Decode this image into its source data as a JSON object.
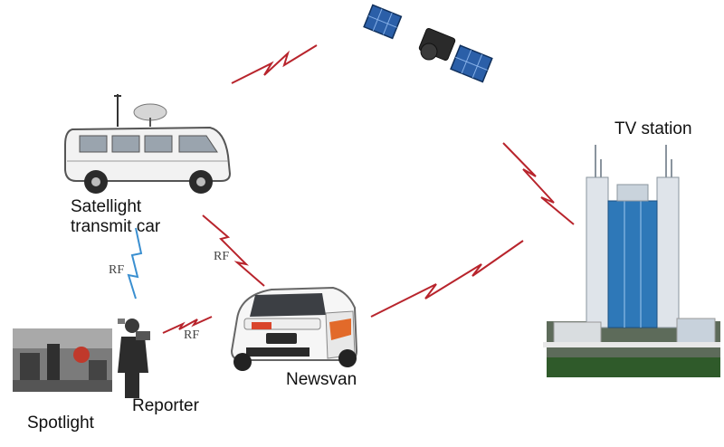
{
  "nodes": {
    "satellite_car": {
      "label_line1": "Satellight",
      "label_line2": "transmit car"
    },
    "tv_station": {
      "label": "TV station"
    },
    "newsvan": {
      "label": "Newsvan"
    },
    "reporter": {
      "label": "Reporter"
    },
    "spotlight": {
      "label": "Spotlight"
    }
  },
  "links": {
    "car_newsvan": {
      "label": "RF"
    },
    "car_reporter": {
      "label": "RF"
    },
    "reporter_newsvan": {
      "label": "RF"
    }
  },
  "colors": {
    "link_red": "#b8242c",
    "link_blue": "#3a8fd0",
    "building_glass": "#2e78b8"
  }
}
